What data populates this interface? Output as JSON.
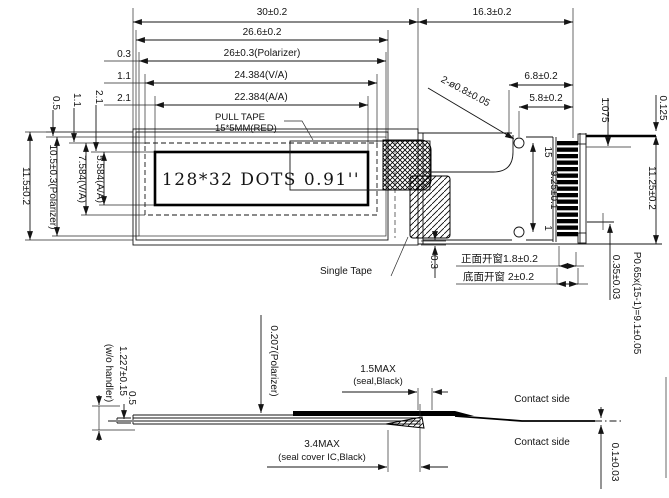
{
  "drawing_type": "OLED module mechanical outline drawing",
  "colors": {
    "line": "#141414",
    "background": "#ffffff",
    "pad_fill": "#000000",
    "accent_gray": "#8a8a8a"
  },
  "labels": {
    "d30": "30±0.2",
    "d163": "16.3±0.2",
    "d266": "26.6±0.2",
    "d26p": "26±0.3(Polarizer)",
    "d24384": "24.384(V/A)",
    "d22384": "22.384(A/A)",
    "g03": "0.3",
    "g11": "1.1",
    "g21": "2.1",
    "v05": "0.5",
    "v11": "1.1",
    "v21": "2.1",
    "d115": "11.5±0.2",
    "d105": "10.5±0.3(Polarizer)",
    "d7584": "7.584(V/A)",
    "d5584": "5.584(A/A)",
    "pull_tape1": "PULL TAPE",
    "pull_tape2": "15*5MM(RED)",
    "display_text": "128*32 DOTS 0.91''",
    "single_tape": "Single Tape",
    "d03_tape": "0.3",
    "hole_callout": "2-ø0.8±0.05",
    "d68": "6.8±0.2",
    "d58": "5.8±0.2",
    "pin15": "15",
    "pin1": "1",
    "d925": "9.25±0.1",
    "d1075": "1.075",
    "d0125": "0.125",
    "d1125": "11.25±0.2",
    "d035": "0.35±0.03",
    "pitch": "P0.65x(15-1)=9.1±0.05",
    "window_front": "正面开窗1.8±0.2",
    "window_bottom": "底面开窗 2±0.2",
    "d1227": "1.227±0.15",
    "wo_handler": "(w/o handler)",
    "d05s": "0.5",
    "d0207": "0.207(Polarizer)",
    "max15": "1.5MAX",
    "max15b": "(seal,Black)",
    "max34": "3.4MAX",
    "max34b": "(seal cover IC,Black)",
    "contact_top": "Contact side",
    "contact_bottom": "Contact side",
    "d01": "0.1±0.03"
  }
}
